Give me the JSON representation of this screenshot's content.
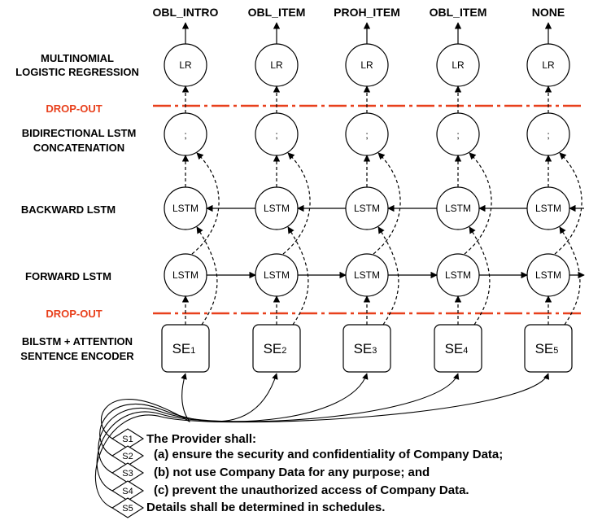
{
  "output_tags": [
    "OBL_INTRO",
    "OBL_ITEM",
    "PROH_ITEM",
    "OBL_ITEM",
    "NONE"
  ],
  "row_labels": {
    "lr": [
      "MULTINOMIAL",
      "LOGISTIC REGRESSION"
    ],
    "dropout_top": "DROP-OUT",
    "concat": [
      "BIDIRECTIONAL LSTM",
      "CONCATENATION"
    ],
    "backward": "BACKWARD LSTM",
    "forward": "FORWARD LSTM",
    "dropout_bottom": "DROP-OUT",
    "encoder": [
      "BILSTM + ATTENTION",
      "SENTENCE ENCODER"
    ]
  },
  "node_labels": {
    "lr": "LR",
    "concat": ";",
    "lstm": "LSTM",
    "se_prefix": "SE"
  },
  "se_indices": [
    "1",
    "2",
    "3",
    "4",
    "5"
  ],
  "sentence_ids": [
    "S1",
    "S2",
    "S3",
    "S4",
    "S5"
  ],
  "sentences": [
    "The Provider shall:",
    "(a) ensure the security and confidentiality of Company Data;",
    "(b) not use Company Data for any purpose; and",
    "(c) prevent the unauthorized access of Company Data.",
    "Details shall be determined in schedules."
  ],
  "colors": {
    "dropout": "#e8401c",
    "ink": "#000000"
  }
}
